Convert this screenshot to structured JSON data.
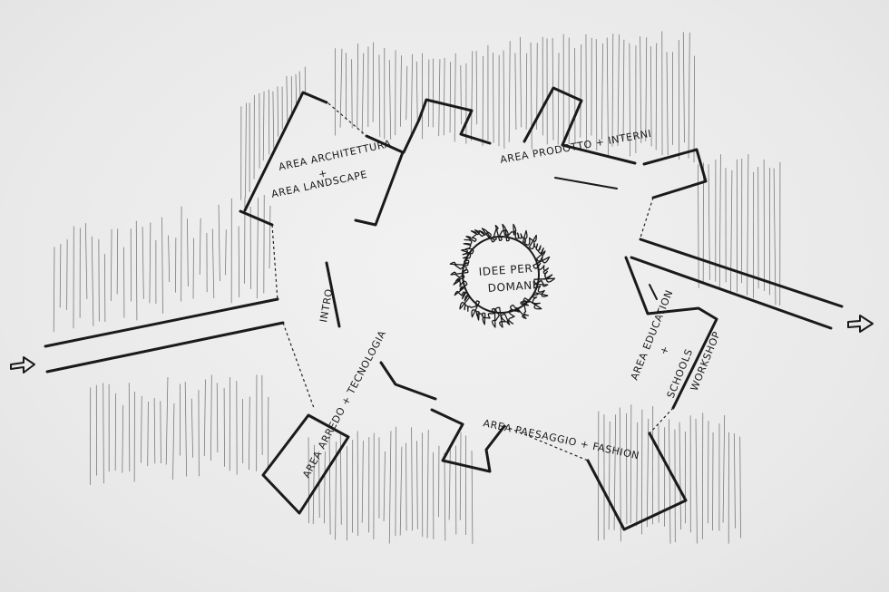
{
  "labels": {
    "architettura": "AREA ARCHITETTURA",
    "plus1": "+",
    "landscape": "AREA LANDSCAPE",
    "prodotto": "AREA PRODOTTO + INTERNI",
    "center_line1": "IDEE PER",
    "center_line2": "DOMANI",
    "intro": "INTRO",
    "arredo": "AREA ARREDO + TECNOLOGIA",
    "paesaggio": "AREA PAESAGGIO + FASHION",
    "education": "AREA EDUCATION",
    "plus2": "+",
    "schools": "SCHOOLS",
    "workshop": "WORKSHOP"
  },
  "icons": {
    "entrance": "arrow-right-outline",
    "exit": "arrow-right-outline"
  },
  "colors": {
    "paper": "#ececec",
    "ink": "#1a1a1a"
  }
}
